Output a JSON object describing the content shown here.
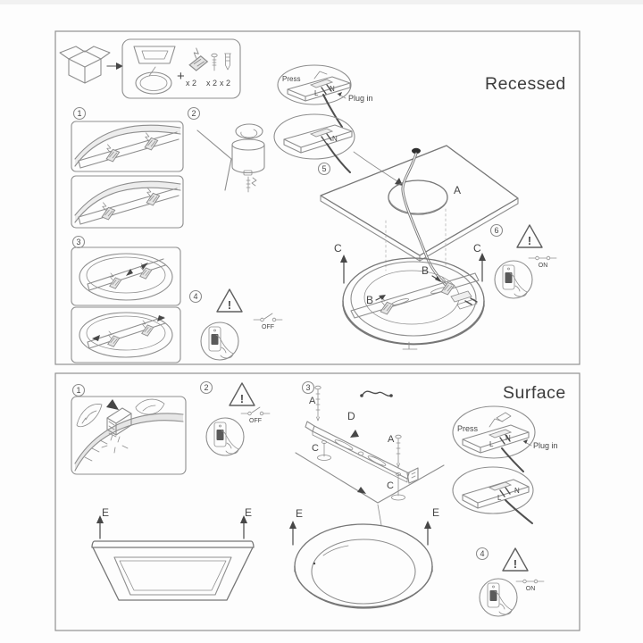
{
  "package": {
    "plus": "+",
    "clip_qty": "x 2",
    "screw_qty": "x 2",
    "anchor_qty": "x 2"
  },
  "recessed": {
    "title": "Recessed",
    "step1": "1",
    "step2": "2",
    "step3": "3",
    "step4": "4",
    "step5": "5",
    "step6": "6",
    "press": "Press",
    "plug_in": "Plug in",
    "terminal_n": "N",
    "terminal_l": "L",
    "label_a": "A",
    "label_b": "B",
    "label_c": "C",
    "warning_mark": "!",
    "switch_off": "OFF",
    "switch_on": "ON"
  },
  "surface": {
    "title": "Surface",
    "step1": "1",
    "step2": "2",
    "step3": "3",
    "step4": "4",
    "press": "Press",
    "plug_in": "Plug in",
    "terminal_n": "N",
    "terminal_l": "L",
    "label_a": "A",
    "label_c": "C",
    "label_d": "D",
    "label_e": "E",
    "warning_mark": "!",
    "switch_off": "OFF",
    "switch_on": "ON"
  }
}
